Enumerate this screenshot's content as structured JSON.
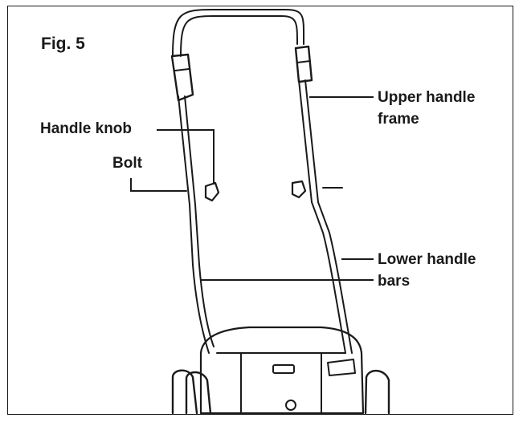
{
  "figure": {
    "title": "Fig. 5"
  },
  "labels": {
    "handle_knob": "Handle knob",
    "bolt": "Bolt",
    "upper_handle_frame": {
      "line1": "Upper handle",
      "line2": "frame"
    },
    "lower_handle_bars": {
      "line1": "Lower handle",
      "line2": "bars"
    }
  },
  "colors": {
    "ink": "#1a1a1a",
    "background": "#ffffff"
  }
}
